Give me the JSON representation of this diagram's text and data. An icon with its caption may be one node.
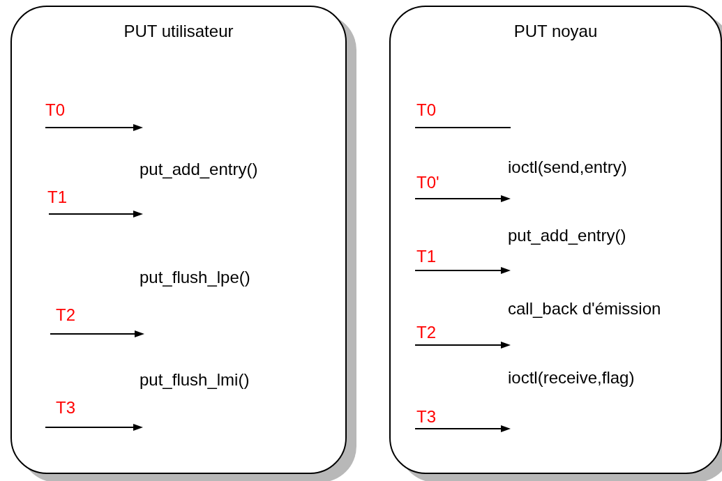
{
  "diagram": {
    "nodes": [
      {
        "text": [
          "PUT utilisateur",
          "T0",
          "put_add_entry()",
          "T1",
          "put_flush_lpe()",
          "T2",
          "put_flush_lmi()",
          "T3"
        ]
      },
      {
        "text": [
          "PUT noyau",
          "T0",
          "ioctl(send,entry)",
          "T0'",
          "put_add_entry()",
          "T1",
          "call_back d'émission",
          "T2",
          "ioctl(receive,flag)",
          "T3"
        ]
      }
    ]
  }
}
